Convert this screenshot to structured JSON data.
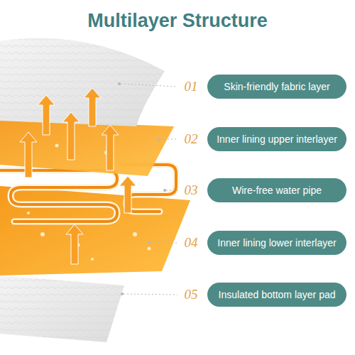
{
  "diagram": {
    "title": "Multilayer Structure",
    "nodes": [
      {
        "text": [
          "Skin-friendly fabric layer"
        ]
      },
      {
        "text": [
          "Inner lining upper interlayer"
        ]
      },
      {
        "text": [
          "Wire-free water pipe"
        ]
      },
      {
        "text": [
          "Inner lining lower interlayer"
        ]
      },
      {
        "text": [
          "Insulated bottom layer pad"
        ]
      }
    ],
    "labels": [
      "01",
      "02",
      "03",
      "04",
      "05"
    ]
  }
}
